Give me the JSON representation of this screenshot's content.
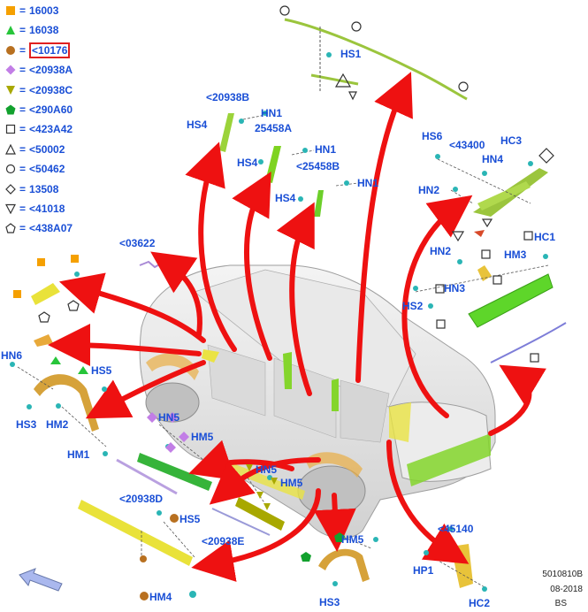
{
  "legend": [
    {
      "symbol": "square",
      "color": "#f5a000",
      "code": "16003"
    },
    {
      "symbol": "triangle-up",
      "color": "#27c53a",
      "code": "16038"
    },
    {
      "symbol": "circle",
      "color": "#b87020",
      "code": "<10176",
      "highlight": true
    },
    {
      "symbol": "diamond",
      "color": "#c27ee6",
      "code": "<20938A"
    },
    {
      "symbol": "triangle-down",
      "color": "#a8a800",
      "code": "<20938C"
    },
    {
      "symbol": "pentagon",
      "color": "#12a12e",
      "code": "<290A60"
    },
    {
      "symbol": "square-outline",
      "color": "#333333",
      "code": "<423A42"
    },
    {
      "symbol": "triangle-outline",
      "color": "#333333",
      "code": "<50002"
    },
    {
      "symbol": "circle-outline",
      "color": "#333333",
      "code": "<50462"
    },
    {
      "symbol": "diamond-outline",
      "color": "#333333",
      "code": "13508"
    },
    {
      "symbol": "triangle-down-outline",
      "color": "#333333",
      "code": "<41018"
    },
    {
      "symbol": "pentagon-outline",
      "color": "#333333",
      "code": "<438A07"
    }
  ],
  "labels": {
    "hs1": "HS1",
    "hn1a": "HN1",
    "hs4a": "HS4",
    "p20938b": "<20938B",
    "p25458a": "25458A",
    "hn1b": "HN1",
    "hs4b": "HS4",
    "p25458b": "<25458B",
    "hs4c": "HS4",
    "hn1c": "HN1",
    "hs6": "HS6",
    "p43400": "<43400",
    "hc3": "HC3",
    "hn4": "HN4",
    "hn2a": "HN2",
    "p03622": "<03622",
    "hn2b": "HN2",
    "hm3": "HM3",
    "hc1": "HC1",
    "hn3": "HN3",
    "hs2": "HS2",
    "hn6": "HN6",
    "hs5a": "HS5",
    "hs3a": "HS3",
    "hm2": "HM2",
    "hm1": "HM1",
    "hn5a": "HN5",
    "hm5a": "HM5",
    "p20938d": "<20938D",
    "hn5b": "HN5",
    "hm5b": "HM5",
    "p20938e": "<20938E",
    "hs5b": "HS5",
    "hm5c": "HM5",
    "p45140": "<45140",
    "hp1": "HP1",
    "hm4": "HM4",
    "hs3b": "HS3",
    "hc2": "HC2"
  },
  "footer": {
    "id": "5010810B",
    "date": "08-2018",
    "initials": "BS"
  },
  "colors": {
    "label_blue": "#1a4fd6",
    "arrow_red": "#ee1111",
    "part_green": "#7ed321",
    "part_yellow": "#e9e23a",
    "part_orange": "#e8a93a"
  }
}
